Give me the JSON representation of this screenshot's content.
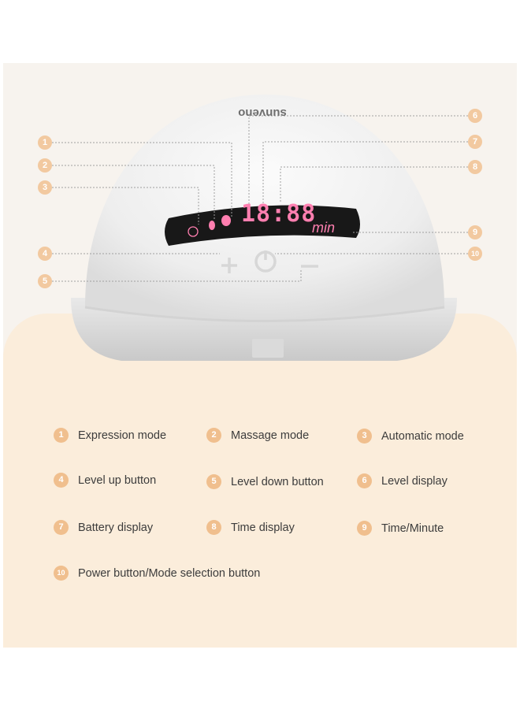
{
  "device": {
    "brand": "sunveno",
    "display": {
      "time": "18:88",
      "unit": "min"
    },
    "buttons": {
      "plus": "+",
      "minus": "−"
    }
  },
  "callouts": [
    "1",
    "2",
    "3",
    "4",
    "5",
    "6",
    "7",
    "8",
    "9",
    "10"
  ],
  "legend": [
    {
      "num": "1",
      "label": "Expression mode"
    },
    {
      "num": "2",
      "label": "Massage mode"
    },
    {
      "num": "3",
      "label": "Automatic mode"
    },
    {
      "num": "4",
      "label": "Level up button"
    },
    {
      "num": "5",
      "label": "Level down button"
    },
    {
      "num": "6",
      "label": "Level display"
    },
    {
      "num": "7",
      "label": "Battery display"
    },
    {
      "num": "8",
      "label": "Time display"
    },
    {
      "num": "9",
      "label": "Time/Minute"
    },
    {
      "num": "10",
      "label": "Power button/Mode selection button"
    }
  ],
  "colors": {
    "accent": "#f0bf8e",
    "display_pink": "#ff7fb0",
    "panel": "#f7f3ee",
    "beige": "#fbeddb"
  }
}
